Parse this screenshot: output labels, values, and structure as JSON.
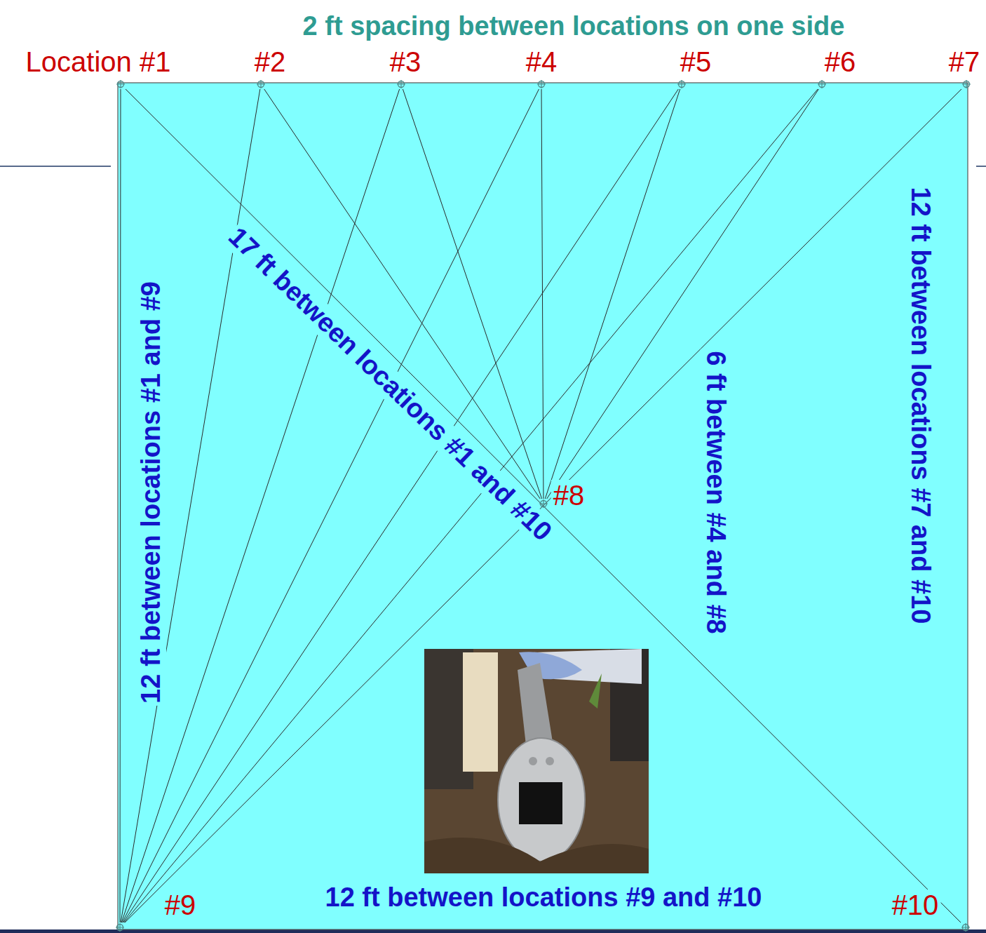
{
  "diagram": {
    "nodes": [
      {
        "text": [
          "Location #1"
        ]
      },
      {
        "text": [
          "#2"
        ]
      },
      {
        "text": [
          "#3"
        ]
      },
      {
        "text": [
          "#4"
        ]
      },
      {
        "text": [
          "#5"
        ]
      },
      {
        "text": [
          "#6"
        ]
      },
      {
        "text": [
          "#7"
        ]
      },
      {
        "text": [
          "#8"
        ]
      },
      {
        "text": [
          "#9"
        ]
      },
      {
        "text": [
          "#10"
        ]
      }
    ],
    "edges": [
      {
        "from": 0,
        "to": 9,
        "arrow": "none",
        "label": "17 ft between locations #1 and #10"
      },
      {
        "from": 6,
        "to": 8,
        "arrow": "none"
      },
      {
        "from": 1,
        "to": 7,
        "arrow": "none"
      },
      {
        "from": 2,
        "to": 7,
        "arrow": "none"
      },
      {
        "from": 3,
        "to": 7,
        "arrow": "none"
      },
      {
        "from": 4,
        "to": 7,
        "arrow": "none"
      },
      {
        "from": 5,
        "to": 7,
        "arrow": "none"
      },
      {
        "from": 8,
        "to": 0,
        "arrow": "none"
      },
      {
        "from": 8,
        "to": 1,
        "arrow": "none"
      },
      {
        "from": 8,
        "to": 2,
        "arrow": "none"
      },
      {
        "from": 8,
        "to": 3,
        "arrow": "none"
      },
      {
        "from": 8,
        "to": 4,
        "arrow": "none"
      },
      {
        "from": 8,
        "to": 5,
        "arrow": "none"
      }
    ],
    "labels": [
      "2 ft spacing between locations on one side",
      "12 ft between locations #1 and #9",
      "6 ft between #4 and #8",
      "12 ft between locations #7 and #10",
      "12 ft between locations #9 and #10"
    ]
  }
}
